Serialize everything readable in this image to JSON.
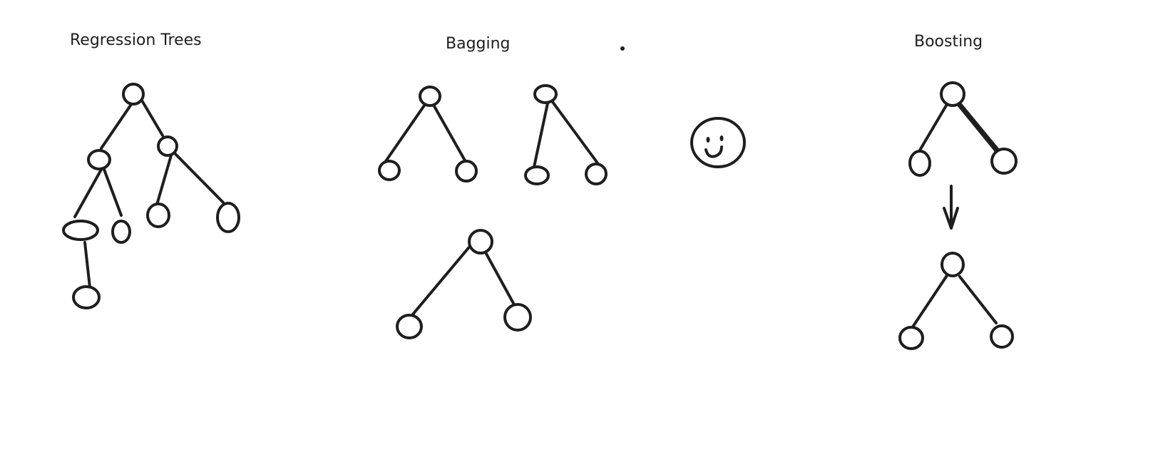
{
  "titles": {
    "regression_trees": "Regression Trees",
    "bagging": "Bagging",
    "boosting": "Boosting"
  },
  "colors": {
    "stroke": "#1e1e1e",
    "background": "#ffffff"
  },
  "icons": {
    "smiley": "smiley-face-icon",
    "arrow": "arrow-down-icon",
    "dot": "dot-icon"
  }
}
